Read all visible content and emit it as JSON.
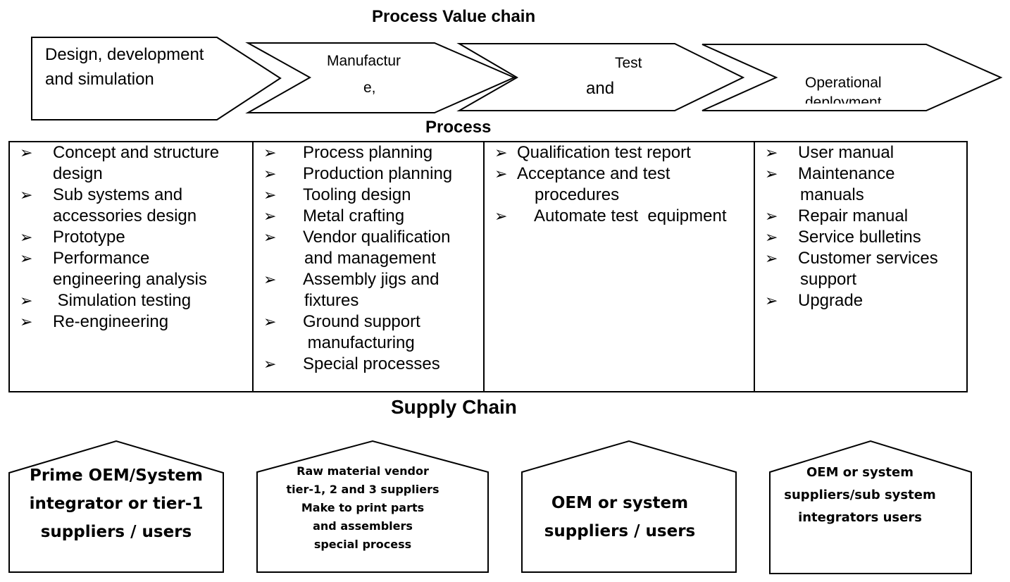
{
  "titles": {
    "value_chain": "Process Value chain",
    "process": "Process",
    "supply_chain": "Supply Chain"
  },
  "chevrons": [
    {
      "lines": [
        "Design, development",
        "and simulation"
      ]
    },
    {
      "lines": [
        "Manufactur",
        "e,"
      ]
    },
    {
      "lines": [
        "Test",
        "and"
      ]
    },
    {
      "lines": [
        "Operational",
        "deployment"
      ]
    }
  ],
  "bullet_glyph": "➢",
  "process_columns": [
    {
      "items": [
        [
          "Concept and structure",
          "design"
        ],
        [
          "Sub systems and",
          "accessories design"
        ],
        [
          "Prototype"
        ],
        [
          "Performance",
          "engineering analysis"
        ],
        [
          " Simulation testing"
        ],
        [
          "Re-engineering"
        ]
      ]
    },
    {
      "items": [
        [
          "Process planning"
        ],
        [
          "Production planning"
        ],
        [
          "Tooling design"
        ],
        [
          "Metal crafting"
        ],
        [
          "Vendor qualification",
          "and management"
        ],
        [
          "Assembly jigs and",
          "fixtures"
        ],
        [
          "Ground support",
          " manufacturing"
        ],
        [
          "Special processes"
        ]
      ]
    },
    {
      "items": [
        [
          "Qualification test report"
        ],
        [
          "Acceptance and test",
          "procedures"
        ],
        [
          "Automate test  equipment"
        ]
      ]
    },
    {
      "items": [
        [
          "User manual"
        ],
        [
          "Maintenance",
          "manuals"
        ],
        [
          "Repair manual"
        ],
        [
          "Service bulletins"
        ],
        [
          "Customer services",
          "support"
        ],
        [
          "Upgrade"
        ]
      ]
    }
  ],
  "supply_houses": [
    {
      "lines": [
        "Prime OEM/System",
        "integrator or tier-1",
        "suppliers / users"
      ]
    },
    {
      "lines": [
        "Raw material vendor",
        "tier-1, 2 and 3 suppliers",
        "Make to print parts",
        "and assemblers",
        "special process"
      ]
    },
    {
      "lines": [
        "OEM or system",
        "suppliers / users"
      ]
    },
    {
      "lines": [
        "OEM or system",
        "suppliers/sub system",
        "integrators users"
      ]
    }
  ]
}
